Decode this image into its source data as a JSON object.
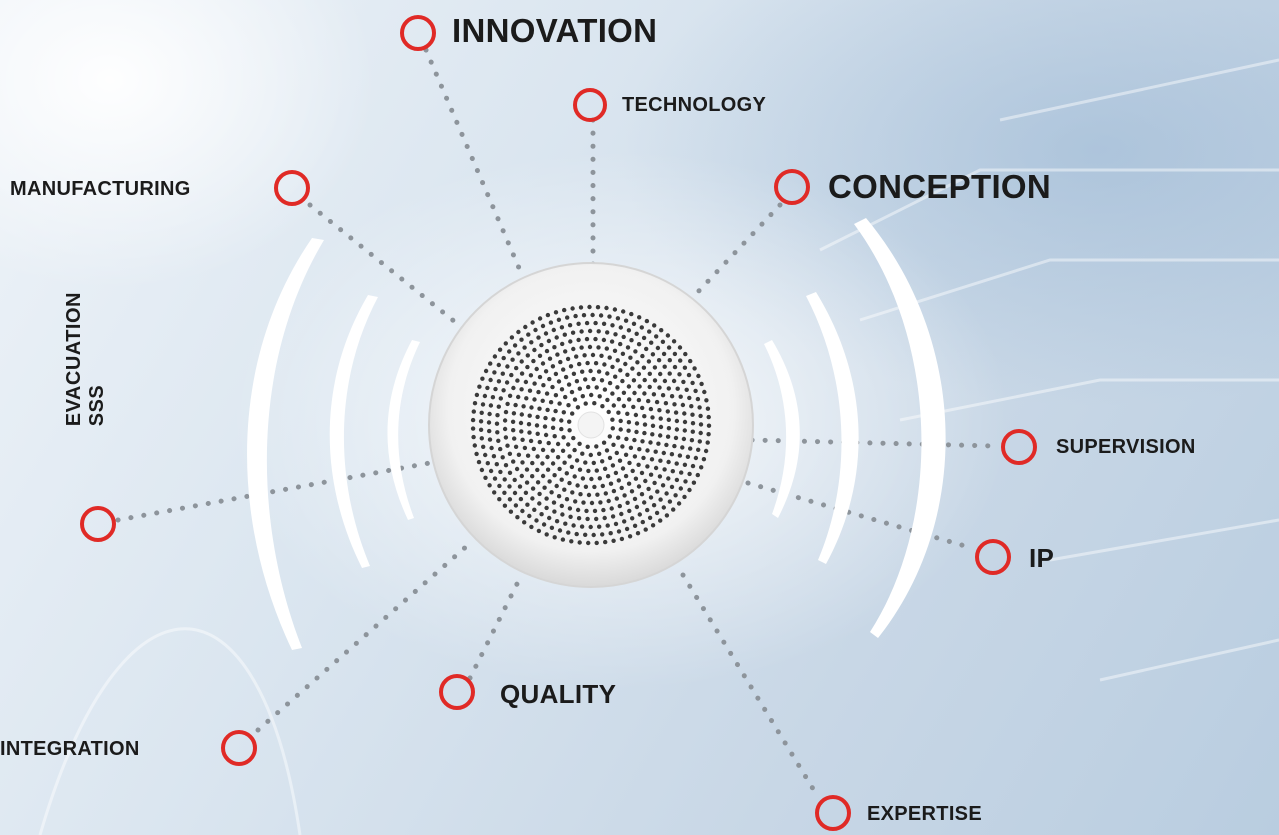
{
  "labels": {
    "innovation": "INNOVATION",
    "technology": "TECHNOLOGY",
    "conception": "CONCEPTION",
    "manufacturing": "MANUFACTURING",
    "evacuation": "EVACUATION",
    "sss": "SSS",
    "supervision": "SUPERVISION",
    "ip": "IP",
    "quality": "QUALITY",
    "integration": "INTEGRATION",
    "expertise": "EXPERTISE"
  },
  "icons": {
    "node": "circle-outline-icon",
    "center": "speaker-icon"
  },
  "colors": {
    "node_ring": "#e02a26",
    "connector": "#8d949b",
    "text": "#1b1b1b",
    "wave": "#ffffff"
  }
}
